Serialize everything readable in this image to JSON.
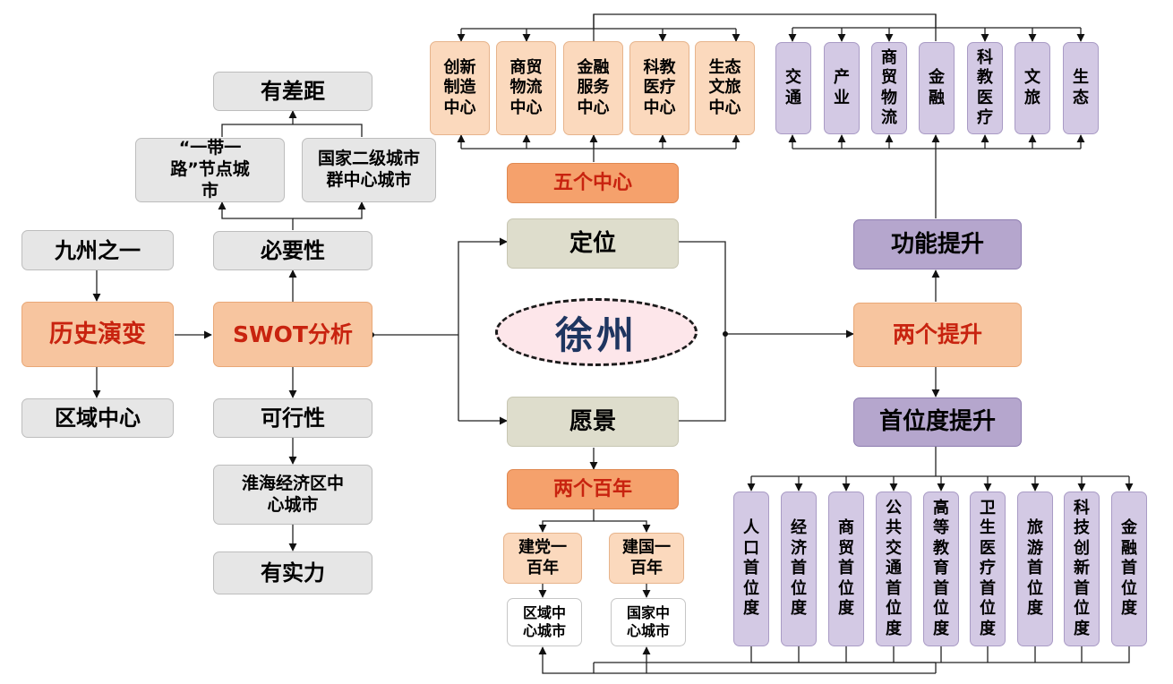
{
  "center": "徐州",
  "history": {
    "top": "九州之一",
    "main": "历史演变",
    "bottom": "区域中心"
  },
  "swot": {
    "main": "SWOT分析",
    "necessity": "必要性",
    "feasibility": "可行性",
    "belt_road": "“一带一路”节点城市",
    "national_cluster": "国家二级城市群中心城市",
    "gap": "有差距",
    "huaihai": "淮海经济区中心城市",
    "strength": "有实力"
  },
  "positioning": {
    "label": "定位",
    "tag": "五个中心",
    "centers": [
      "创新制造中心",
      "商贸物流中心",
      "金融服务中心",
      "科教医疗中心",
      "生态文旅中心"
    ]
  },
  "vision": {
    "label": "愿景",
    "tag": "两个百年",
    "party": "建党一百年",
    "nation": "建国一百年",
    "regional": "区域中心城市",
    "national": "国家中心城市"
  },
  "upgrades": {
    "main": "两个提升",
    "function": "功能提升",
    "primacy": "首位度提升",
    "functions": [
      "交通",
      "产业",
      "商贸物流",
      "金融",
      "科教医疗",
      "文旅",
      "生态"
    ],
    "primacies": [
      "人口首位度",
      "经济首位度",
      "商贸首位度",
      "公共交通首位度",
      "高等教育首位度",
      "卫生医疗首位度",
      "旅游首位度",
      "科技创新首位度",
      "金融首位度"
    ]
  }
}
